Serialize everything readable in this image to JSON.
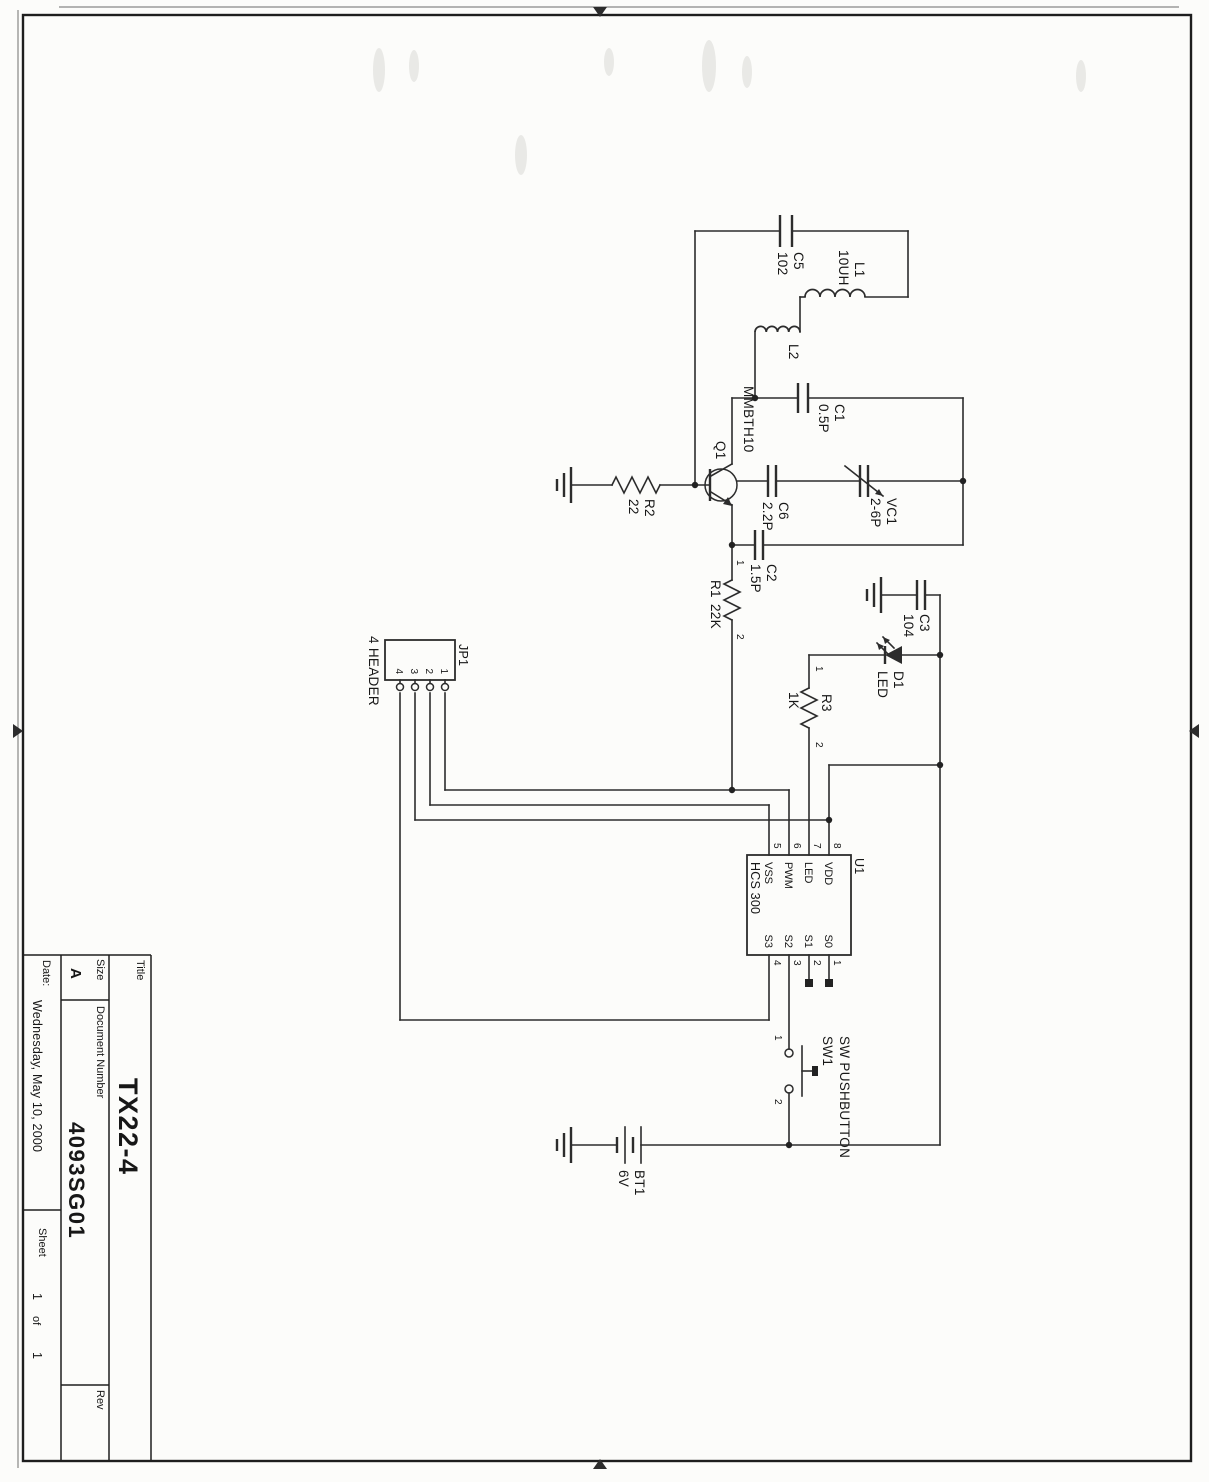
{
  "sheet": {
    "title_label": "Title",
    "title": "TX22-4",
    "size_label": "Size",
    "size": "A",
    "doc_label": "Document Number",
    "doc_number": "4093SG01",
    "rev_label": "Rev",
    "date_label": "Date:",
    "date": "Wednesday, May 10, 2000",
    "sheet_label": "Sheet",
    "sheet_number": "1",
    "of_label": "of",
    "sheet_total": "1"
  },
  "components": {
    "c5": {
      "ref": "C5",
      "value": "102"
    },
    "l1": {
      "ref": "L1",
      "value": "10UH"
    },
    "l2": {
      "ref": "L2"
    },
    "c1": {
      "ref": "C1",
      "value": "0.5P"
    },
    "vc1": {
      "ref": "VC1",
      "value": "2-6P"
    },
    "c6": {
      "ref": "C6",
      "value": "2.2P"
    },
    "c2": {
      "ref": "C2",
      "value": "1.5P"
    },
    "q1": {
      "ref": "Q1",
      "value": "MMBTH10"
    },
    "r1": {
      "ref": "R1",
      "value": "22K",
      "pins": [
        "1",
        "2"
      ]
    },
    "r2": {
      "ref": "R2",
      "value": "22"
    },
    "r3": {
      "ref": "R3",
      "value": "1K",
      "pins": [
        "1",
        "2"
      ]
    },
    "c3": {
      "ref": "C3",
      "value": "104"
    },
    "d1": {
      "ref": "D1",
      "value": "LED"
    },
    "u1": {
      "ref": "U1",
      "value": "HCS 300",
      "left_pins": [
        {
          "num": "8",
          "name": "VDD"
        },
        {
          "num": "7",
          "name": "LED"
        },
        {
          "num": "6",
          "name": "PWM"
        },
        {
          "num": "5",
          "name": "VSS"
        }
      ],
      "right_pins": [
        {
          "num": "1",
          "name": "S0"
        },
        {
          "num": "2",
          "name": "S1"
        },
        {
          "num": "3",
          "name": "S2"
        },
        {
          "num": "4",
          "name": "S3"
        }
      ]
    },
    "jp1": {
      "ref": "JP1",
      "value": "4 HEADER",
      "pins": [
        "1",
        "2",
        "3",
        "4"
      ]
    },
    "sw1": {
      "ref": "SW1",
      "value": "SW PUSHBUTTON",
      "pins": [
        "1",
        "2"
      ]
    },
    "bt1": {
      "ref": "BT1",
      "value": "6V"
    }
  }
}
